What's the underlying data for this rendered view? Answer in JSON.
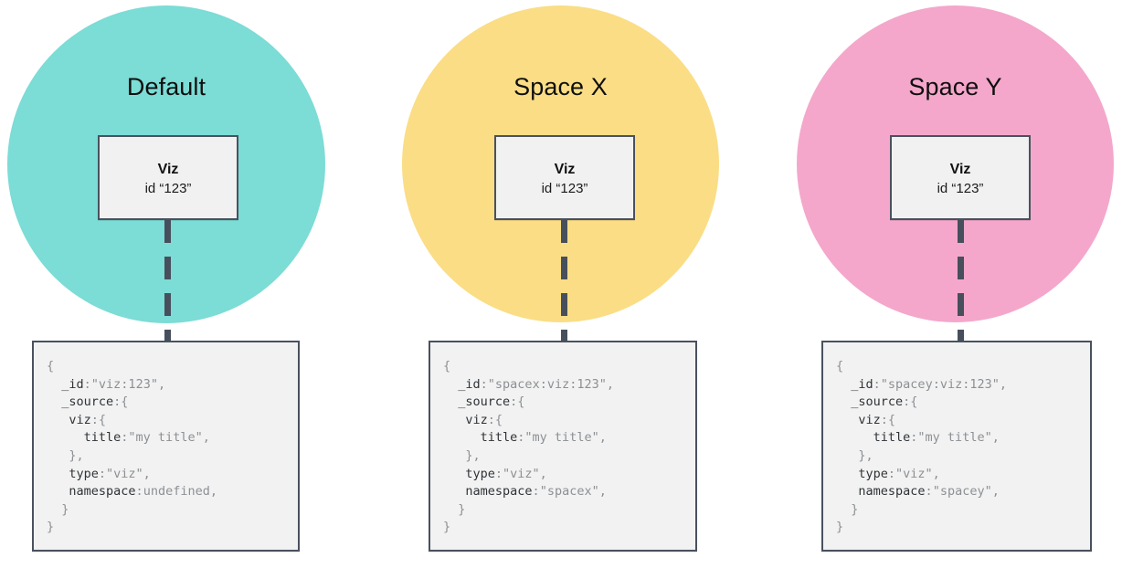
{
  "diagram": {
    "title_implicit": "Saved object namespace comparison",
    "colors": {
      "teal": "#7cdcd6",
      "yellow": "#fadd85",
      "pink": "#f4a7cb",
      "line": "#4a515e",
      "box_fill": "#f1f1f1",
      "code_fill": "#f2f2f2",
      "code_key": "#2f3337",
      "code_value": "#8c9094"
    },
    "columns": [
      {
        "id": "default",
        "circle_label": "Default",
        "circle_color": "#7cdcd6",
        "node": {
          "title": "Viz",
          "subtitle": "id “123”"
        },
        "connector": "dashed-vertical-line",
        "code_lines": [
          {
            "indent": 0,
            "key": "",
            "punct": "{",
            "value": ""
          },
          {
            "indent": 1,
            "key": "_id",
            "punct": ":",
            "value": "\"viz:123\","
          },
          {
            "indent": 1,
            "key": "_source",
            "punct": ":{",
            "value": ""
          },
          {
            "indent": 2,
            "key": "viz",
            "punct": ":{",
            "value": ""
          },
          {
            "indent": 3,
            "key": "title",
            "punct": ":",
            "value": "\"my title\","
          },
          {
            "indent": 2,
            "key": "",
            "punct": "},",
            "value": ""
          },
          {
            "indent": 2,
            "key": "type",
            "punct": ":",
            "value": "\"viz\","
          },
          {
            "indent": 2,
            "key": "namespace",
            "punct": ":",
            "value": "undefined,"
          },
          {
            "indent": 1,
            "key": "",
            "punct": "}",
            "value": ""
          },
          {
            "indent": 0,
            "key": "",
            "punct": "}",
            "value": ""
          }
        ],
        "code_text": "{\n  _id:\"viz:123\",\n  _source:{\n   viz:{\n     title:\"my title\",\n   },\n   type:\"viz\",\n   namespace:undefined,\n  }\n}"
      },
      {
        "id": "spacex",
        "circle_label": "Space X",
        "circle_color": "#fadd85",
        "node": {
          "title": "Viz",
          "subtitle": "id “123”"
        },
        "connector": "dashed-vertical-line",
        "code_lines": [
          {
            "indent": 0,
            "key": "",
            "punct": "{",
            "value": ""
          },
          {
            "indent": 1,
            "key": "_id",
            "punct": ":",
            "value": "\"spacex:viz:123\","
          },
          {
            "indent": 1,
            "key": "_source",
            "punct": ":{",
            "value": ""
          },
          {
            "indent": 2,
            "key": "viz",
            "punct": ":{",
            "value": ""
          },
          {
            "indent": 3,
            "key": "title",
            "punct": ":",
            "value": "\"my title\","
          },
          {
            "indent": 2,
            "key": "",
            "punct": "},",
            "value": ""
          },
          {
            "indent": 2,
            "key": "type",
            "punct": ":",
            "value": "\"viz\","
          },
          {
            "indent": 2,
            "key": "namespace",
            "punct": ":",
            "value": "\"spacex\","
          },
          {
            "indent": 1,
            "key": "",
            "punct": "}",
            "value": ""
          },
          {
            "indent": 0,
            "key": "",
            "punct": "}",
            "value": ""
          }
        ],
        "code_text": "{\n  _id:\"spacex:viz:123\",\n  _source:{\n   viz:{\n     title:\"my title\",\n   },\n   type:\"viz\",\n   namespace:\"spacex\",\n  }\n}"
      },
      {
        "id": "spacey",
        "circle_label": "Space Y",
        "circle_color": "#f4a7cb",
        "node": {
          "title": "Viz",
          "subtitle": "id “123”"
        },
        "connector": "dashed-vertical-line",
        "code_lines": [
          {
            "indent": 0,
            "key": "",
            "punct": "{",
            "value": ""
          },
          {
            "indent": 1,
            "key": "_id",
            "punct": ":",
            "value": "\"spacey:viz:123\","
          },
          {
            "indent": 1,
            "key": "_source",
            "punct": ":{",
            "value": ""
          },
          {
            "indent": 2,
            "key": "viz",
            "punct": ":{",
            "value": ""
          },
          {
            "indent": 3,
            "key": "title",
            "punct": ":",
            "value": "\"my title\","
          },
          {
            "indent": 2,
            "key": "",
            "punct": "},",
            "value": ""
          },
          {
            "indent": 2,
            "key": "type",
            "punct": ":",
            "value": "\"viz\","
          },
          {
            "indent": 2,
            "key": "namespace",
            "punct": ":",
            "value": "\"spacey\","
          },
          {
            "indent": 1,
            "key": "",
            "punct": "}",
            "value": ""
          },
          {
            "indent": 0,
            "key": "",
            "punct": "}",
            "value": ""
          }
        ],
        "code_text": "{\n  _id:\"spacey:viz:123\",\n  _source:{\n   viz:{\n     title:\"my title\",\n   },\n   type:\"viz\",\n   namespace:\"spacey\",\n  }\n}"
      }
    ]
  }
}
